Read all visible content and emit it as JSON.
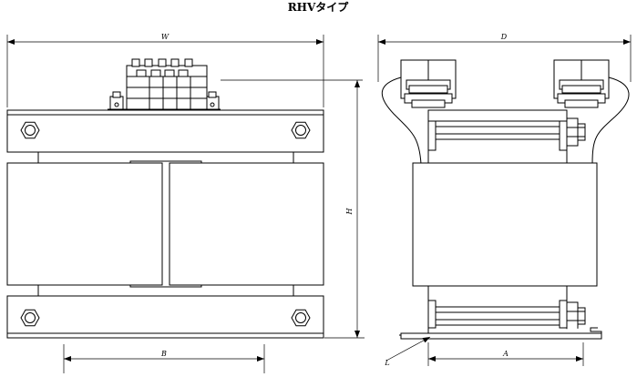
{
  "title": "RHVタイプ",
  "dimensions": {
    "w": "W",
    "d": "D",
    "h": "H",
    "b": "B",
    "a": "A",
    "l": "L"
  }
}
